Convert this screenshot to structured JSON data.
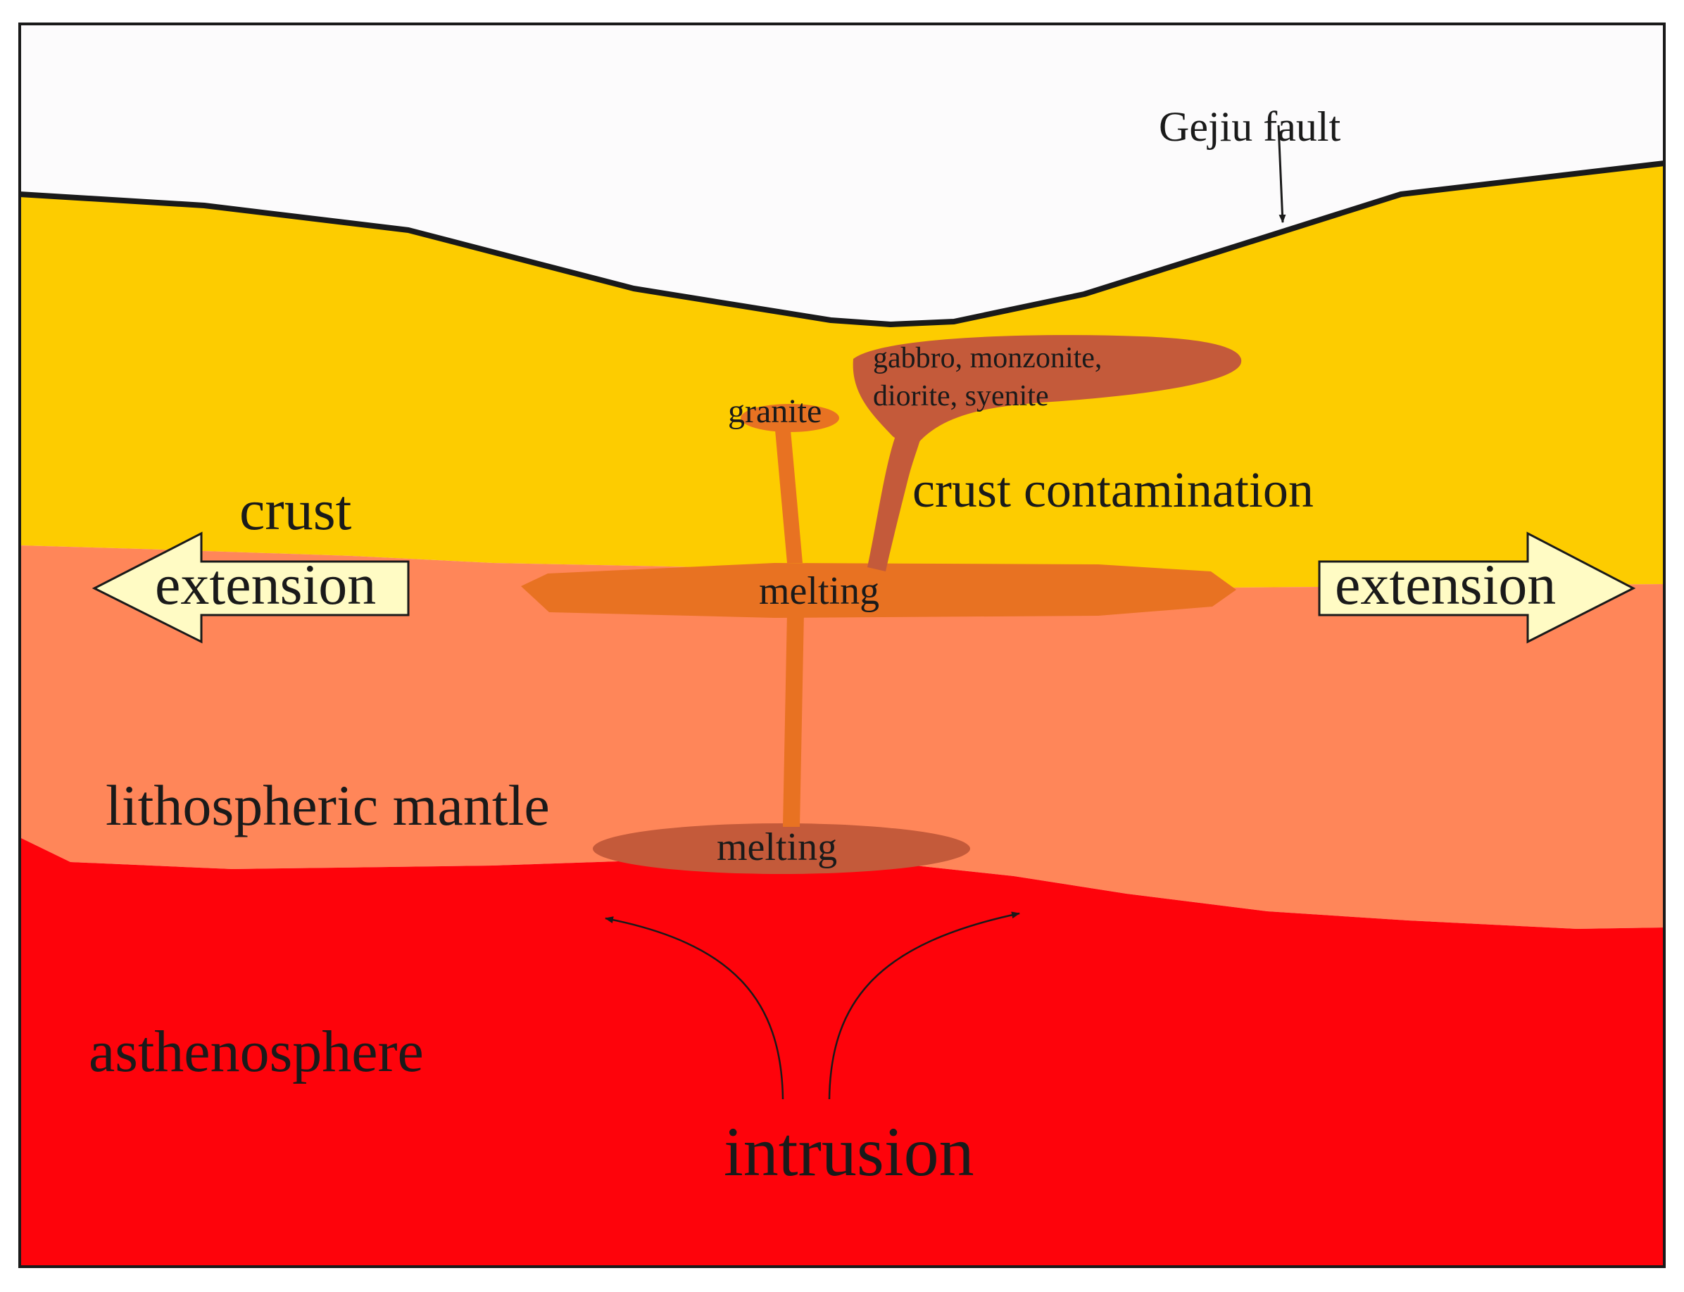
{
  "labels": {
    "gejiu_fault": "Gejiu fault",
    "rocks_line1": "gabbro, monzonite,",
    "rocks_line2": "diorite, syenite",
    "granite": "granite",
    "crust_contamination": "crust contamination",
    "crust": "crust",
    "extension_left": "extension",
    "extension_right": "extension",
    "melting_crust": "melting",
    "lithospheric_mantle": "lithospheric mantle",
    "melting_mantle": "melting",
    "asthenosphere": "asthenosphere",
    "intrusion": "intrusion"
  },
  "colors": {
    "sky": "#fcfbfc",
    "crust": "#fdcc00",
    "lithospheric_mantle": "#ff8659",
    "asthenosphere": "#fe030b",
    "melt_zone": "#e87222",
    "mafic_intrusion": "#c45a3a",
    "granite": "#e87222",
    "arrow_fill": "#fffbc4",
    "outline": "#1a1a1a"
  }
}
